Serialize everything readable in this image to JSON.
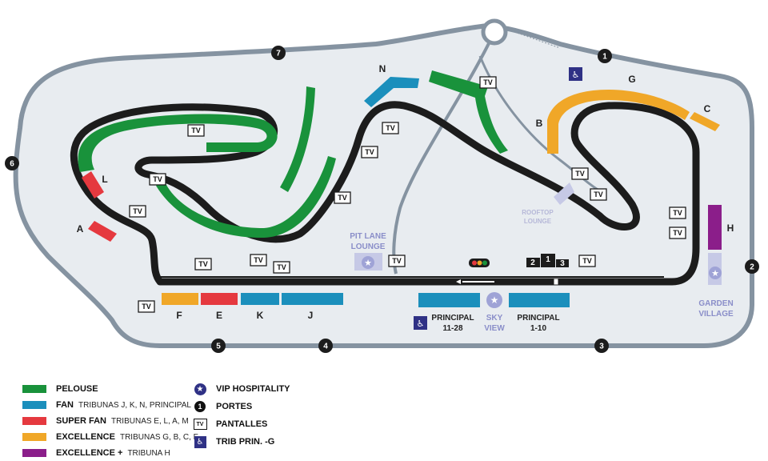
{
  "colors": {
    "pelouse": "#19923b",
    "fan": "#1b8fbc",
    "super_fan": "#e5393f",
    "excellence": "#f0a728",
    "excellence_plus": "#8b1e8a",
    "track": "#1c1c1c",
    "outline": "#8593a1",
    "infield": "#e8ecf0",
    "vip": "#9fa3d6"
  },
  "stands": {
    "n": "N",
    "l": "L",
    "a": "A",
    "b": "B",
    "g": "G",
    "c": "C",
    "h": "H",
    "f": "F",
    "e": "E",
    "k": "K",
    "j": "J",
    "principal_left": [
      "PRINCIPAL",
      "11-28"
    ],
    "principal_right": [
      "PRINCIPAL",
      "1-10"
    ]
  },
  "gates": [
    "1",
    "2",
    "3",
    "4",
    "5",
    "6",
    "7"
  ],
  "tv_label": "TV",
  "grid_positions": [
    "2",
    "1",
    "3"
  ],
  "poi": {
    "pit_lane_lounge": [
      "PIT LANE",
      "LOUNGE"
    ],
    "sky_view": [
      "SKY",
      "VIEW"
    ],
    "garden_village": [
      "GARDEN",
      "VILLAGE"
    ],
    "rooftop_lounge": [
      "ROOFTOP",
      "LOUNGE"
    ]
  },
  "icons": {
    "vip": "star-icon",
    "gate": "gate-number-icon",
    "screen": "tv-screen-icon",
    "accessible": "wheelchair-icon"
  },
  "legend": {
    "zones": [
      {
        "name": "PELOUSE",
        "detail": ""
      },
      {
        "name": "FAN",
        "detail": "TRIBUNAS J, K, N, PRINCIPAL"
      },
      {
        "name": "SUPER FAN",
        "detail": "TRIBUNAS E, L, A, M"
      },
      {
        "name": "EXCELLENCE",
        "detail": "TRIBUNAS G, B, C, F"
      },
      {
        "name": "EXCELLENCE +",
        "detail": "TRIBUNA H"
      }
    ],
    "symbols": [
      {
        "label": "VIP HOSPITALITY"
      },
      {
        "label": "PORTES",
        "sample": "1"
      },
      {
        "label": "PANTALLES",
        "sample": "TV"
      },
      {
        "label": "TRIB PRIN. -G"
      }
    ]
  }
}
